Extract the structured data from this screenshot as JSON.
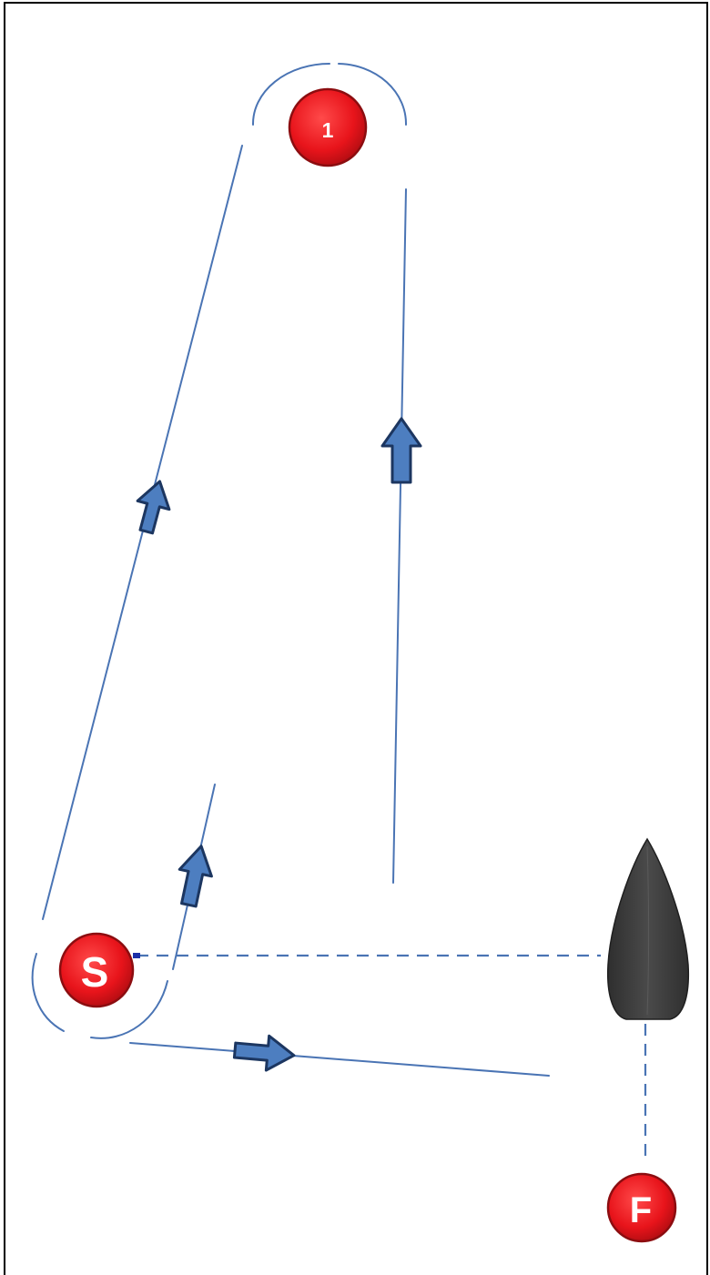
{
  "marks": [
    {
      "id": "windward-mark",
      "label": "1",
      "color": "#e8141b"
    },
    {
      "id": "start-mark",
      "label": "S",
      "color": "#e8141b"
    },
    {
      "id": "finish-mark",
      "label": "F",
      "color": "#e8141b"
    }
  ],
  "committee_boat": {
    "color": "#3d3d3d"
  },
  "course_line_color": "#4a74b4",
  "arrow_fill_color": "#4d7ec0",
  "arrow_outline_color": "#1c3660"
}
